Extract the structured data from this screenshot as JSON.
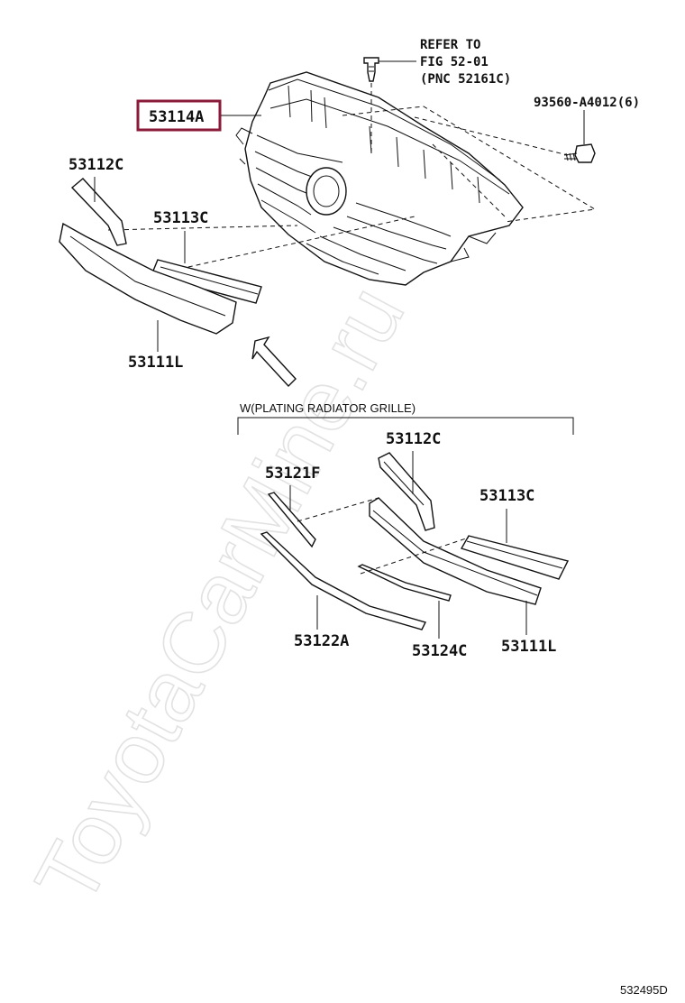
{
  "watermark": "ToyotaCarMine.ru",
  "refer_note": {
    "line1": "REFER TO",
    "line2": "FIG 52-01",
    "line3": "(PNC 52161C)"
  },
  "highlight_color": "#8b1a3a",
  "parts": {
    "p53114A": "53114A",
    "p93560": "93560-A4012(6)",
    "p53112C_top": "53112C",
    "p53113C_top": "53113C",
    "p53111L_top": "53111L",
    "p53112C_sub": "53112C",
    "p53121F": "53121F",
    "p53113C_sub": "53113C",
    "p53122A": "53122A",
    "p53124C": "53124C",
    "p53111L_sub": "53111L"
  },
  "variant_label": "W(PLATING RADIATOR GRILLE)",
  "figure_code": "532495D"
}
